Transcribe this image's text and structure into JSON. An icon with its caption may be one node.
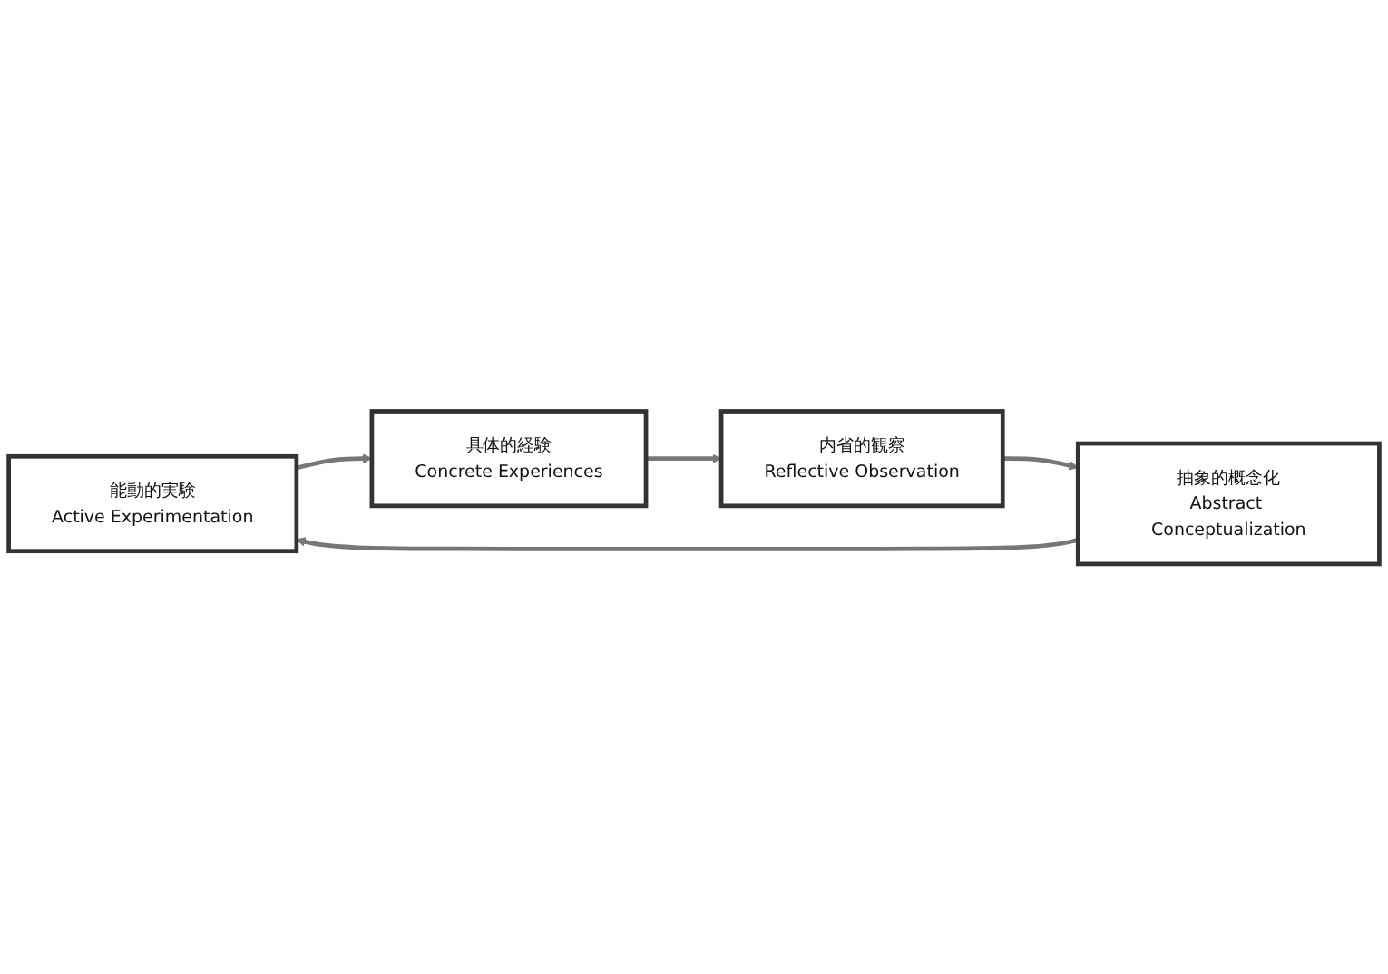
{
  "diagram": {
    "nodes": [
      {
        "text": [
          "能動的実験",
          "Active Experimentation"
        ]
      },
      {
        "text": [
          "抽象的概念化",
          "Abstract Conceptualization"
        ]
      },
      {
        "text": [
          "具体的経験",
          "Concrete Experiences"
        ]
      },
      {
        "text": [
          "内省的観察",
          "Reflective Observation"
        ]
      }
    ],
    "edges": [
      {
        "from": 0,
        "to": 2,
        "arrow": "to"
      },
      {
        "from": 2,
        "to": 3,
        "arrow": "to"
      },
      {
        "from": 3,
        "to": 1,
        "arrow": "to"
      },
      {
        "from": 1,
        "to": 0,
        "arrow": "to"
      }
    ]
  }
}
